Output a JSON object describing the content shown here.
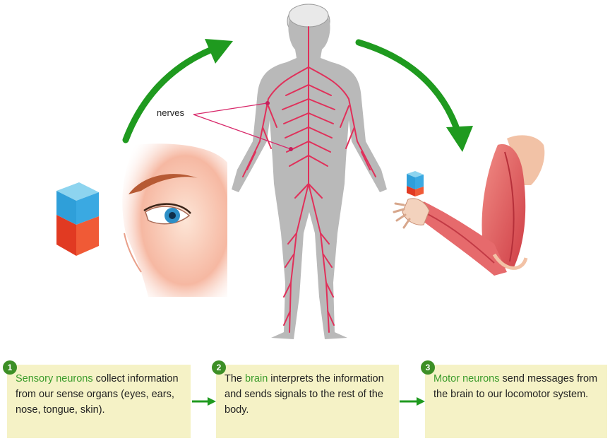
{
  "label": {
    "nerves": "nerves"
  },
  "steps": [
    {
      "number": "1",
      "highlight": "Sensory neurons",
      "text": " collect information from our sense organs (eyes, ears, nose, tongue, skin)."
    },
    {
      "number": "2",
      "prefix": "The ",
      "highlight": "brain",
      "text": " interprets the information and sends signals to the rest of the body."
    },
    {
      "number": "3",
      "highlight": "Motor neurons",
      "text": " send messages from the brain to our locomotor system."
    }
  ],
  "colors": {
    "arrow": "#1f9a1f",
    "box": "#f5f2c6",
    "highlight": "#3a9b2a",
    "nerve": "#e0305a",
    "body": "#b9b9b9"
  }
}
